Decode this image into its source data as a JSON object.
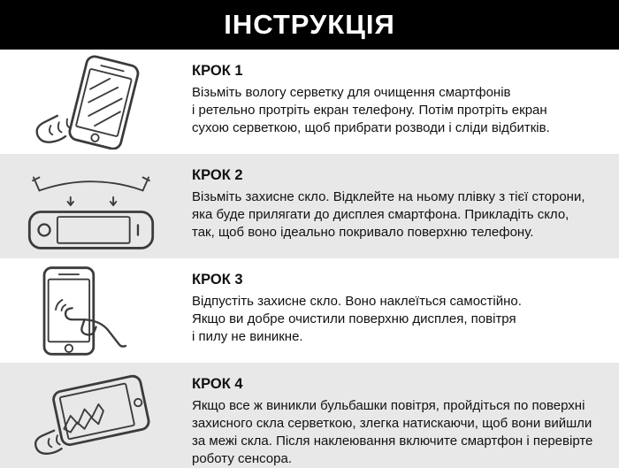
{
  "header": {
    "title": "ІНСТРУКЦІЯ"
  },
  "steps": [
    {
      "title": "КРОК 1",
      "text": "Візьміть вологу серветку для очищення смартфонів\nі ретельно протріть екран телефону. Потім протріть екран\nсухою серветкою, щоб прибрати розводи і сліди відбитків.",
      "illustration": "hand-wiping-phone-screen-with-cloth"
    },
    {
      "title": "КРОК 2",
      "text": "Візьміть захисне скло. Відклейте на ньому плівку з тієї сторони,\nяка буде прилягати до дисплея смартфона. Прикладіть скло,\nтак, щоб воно ідеально покривало поверхню телефону.",
      "illustration": "peeling-protective-film-over-phone"
    },
    {
      "title": "КРОК 3",
      "text": "Відпустіть захисне скло. Воно наклеїться самостійно.\nЯкщо ви добре очистили поверхню дисплея, повітря\nі пилу не виникне.",
      "illustration": "finger-pressing-phone-screen"
    },
    {
      "title": "КРОК 4",
      "text": "Якщо все ж виникли бульбашки повітря, пройдіться по поверхні\nзахисного скла серветкою, злегка натискаючи, щоб вони вийшли\nза межі скла. Після наклеювання включите смартфон і перевірте\nроботу сенсора.",
      "illustration": "smoothing-glass-with-napkin"
    }
  ],
  "colors": {
    "header_bg": "#000000",
    "header_text": "#ffffff",
    "row_alt_bg": "#e8e8e8",
    "text": "#111111",
    "line_art": "#3b3b3b"
  }
}
